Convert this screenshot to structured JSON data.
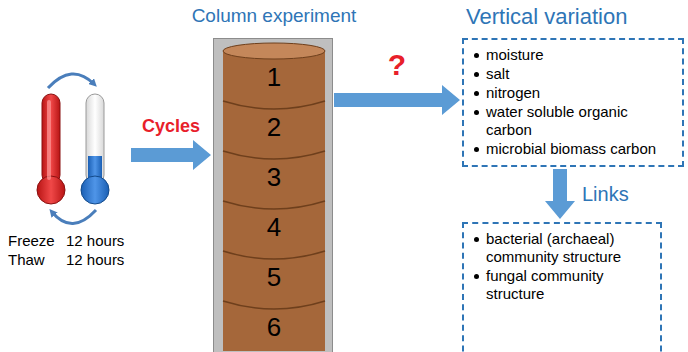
{
  "diagram": {
    "nodes": [
      {
        "text": [
          "Freeze",
          "12 hours",
          "Thaw",
          "12 hours"
        ]
      },
      {
        "text": [
          "Column experiment"
        ]
      },
      {
        "text": [
          "1"
        ],
        "in": 1
      },
      {
        "text": [
          "2"
        ],
        "in": 1
      },
      {
        "text": [
          "3"
        ],
        "in": 1
      },
      {
        "text": [
          "4"
        ],
        "in": 1
      },
      {
        "text": [
          "5"
        ],
        "in": 1
      },
      {
        "text": [
          "6"
        ],
        "in": 1
      },
      {
        "text": [
          "Vertical variation",
          "moisture",
          "salt",
          "nitrogen",
          "water soluble organic carbon",
          "microbial biomass carbon"
        ]
      },
      {
        "text": [
          "bacterial (archaeal) community structure",
          "fungal community structure"
        ]
      }
    ],
    "edges": [
      {
        "from": 0,
        "to": 1,
        "arrow": "to",
        "label": "Cycles"
      },
      {
        "from": 1,
        "to": 8,
        "arrow": "to",
        "label": "?"
      },
      {
        "from": 8,
        "to": 9,
        "arrow": "to",
        "label": "Links"
      }
    ]
  }
}
